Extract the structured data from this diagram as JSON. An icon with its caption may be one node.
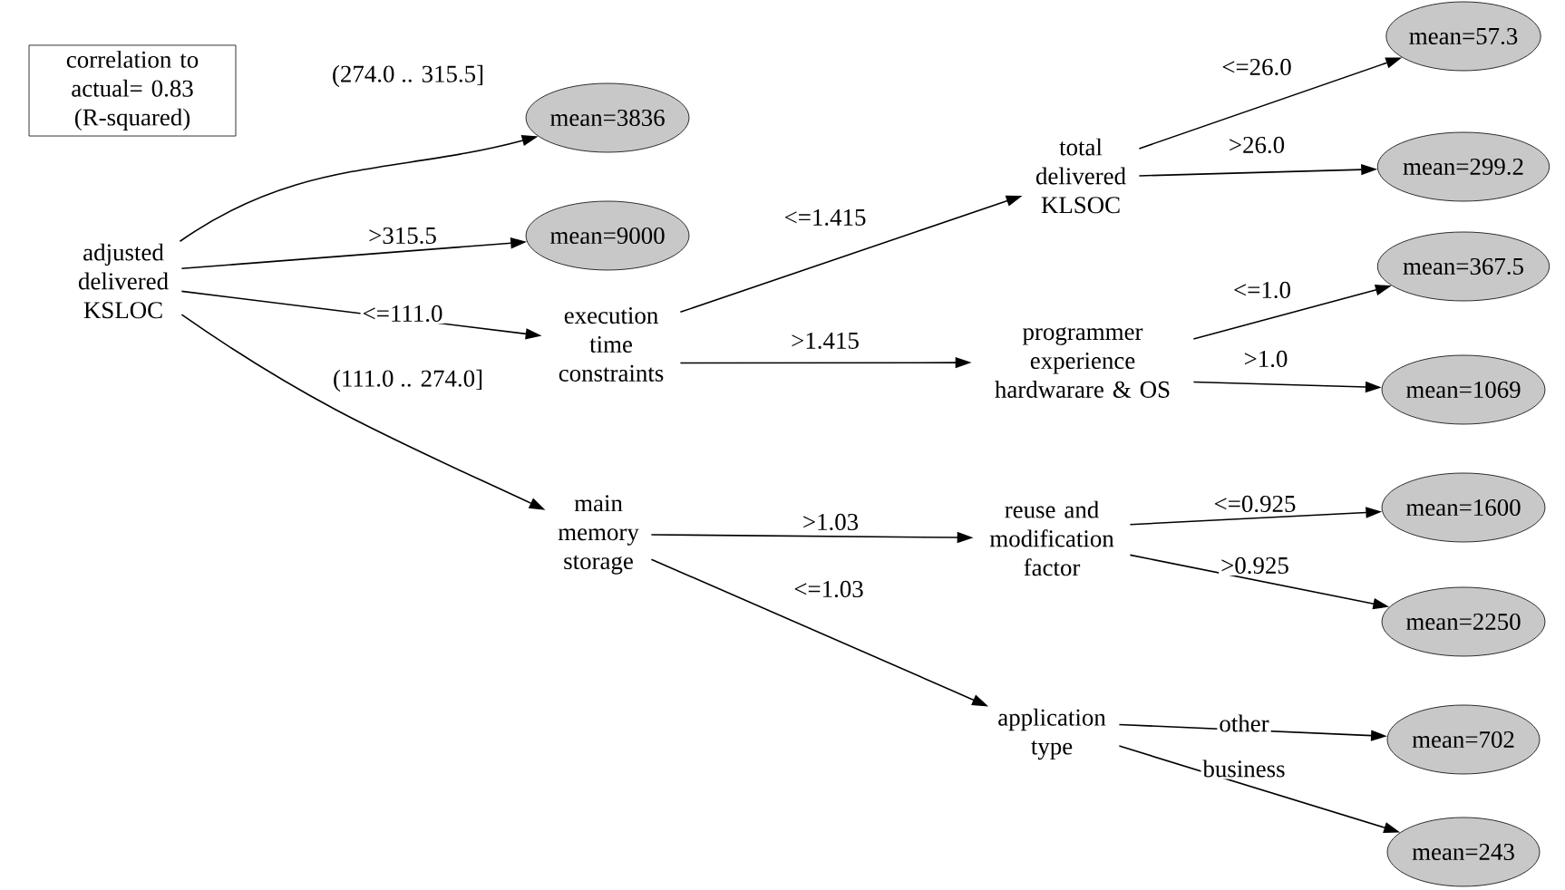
{
  "diagram": {
    "nodes": [
      {
        "text": [
          "correlation to actual= 0.83 (R-squared)"
        ]
      },
      {
        "text": [
          "adjusted delivered KSLOC"
        ]
      },
      {
        "text": [
          "mean=3836"
        ]
      },
      {
        "text": [
          "mean=9000"
        ]
      },
      {
        "text": [
          "execution time constraints"
        ]
      },
      {
        "text": [
          "main memory storage"
        ]
      },
      {
        "text": [
          "total delivered KLSOC"
        ]
      },
      {
        "text": [
          "programmer experience hardwarare & OS"
        ]
      },
      {
        "text": [
          "mean=57.3"
        ]
      },
      {
        "text": [
          "mean=299.2"
        ]
      },
      {
        "text": [
          "mean=367.5"
        ]
      },
      {
        "text": [
          "mean=1069"
        ]
      },
      {
        "text": [
          "reuse and modification factor"
        ]
      },
      {
        "text": [
          "application type"
        ]
      },
      {
        "text": [
          "mean=1600"
        ]
      },
      {
        "text": [
          "mean=2250"
        ]
      },
      {
        "text": [
          "mean=702"
        ]
      },
      {
        "text": [
          "mean=243"
        ]
      }
    ],
    "edges": [
      {
        "from": 1,
        "to": 2,
        "arrow": "to",
        "label": "(274.0 .. 315.5]"
      },
      {
        "from": 1,
        "to": 3,
        "arrow": "to",
        "label": ">315.5"
      },
      {
        "from": 1,
        "to": 4,
        "arrow": "to",
        "label": "<=111.0"
      },
      {
        "from": 1,
        "to": 5,
        "arrow": "to",
        "label": "(111.0 .. 274.0]"
      },
      {
        "from": 4,
        "to": 6,
        "arrow": "to",
        "label": "<=1.415"
      },
      {
        "from": 4,
        "to": 7,
        "arrow": "to",
        "label": ">1.415"
      },
      {
        "from": 6,
        "to": 8,
        "arrow": "to",
        "label": "<=26.0"
      },
      {
        "from": 6,
        "to": 9,
        "arrow": "to",
        "label": ">26.0"
      },
      {
        "from": 7,
        "to": 10,
        "arrow": "to",
        "label": "<=1.0"
      },
      {
        "from": 7,
        "to": 11,
        "arrow": "to",
        "label": ">1.0"
      },
      {
        "from": 5,
        "to": 12,
        "arrow": "to",
        "label": ">1.03"
      },
      {
        "from": 5,
        "to": 13,
        "arrow": "to",
        "label": "<=1.03"
      },
      {
        "from": 12,
        "to": 14,
        "arrow": "to",
        "label": "<=0.925"
      },
      {
        "from": 12,
        "to": 15,
        "arrow": "to",
        "label": ">0.925"
      },
      {
        "from": 13,
        "to": 16,
        "arrow": "to",
        "label": "other"
      },
      {
        "from": 13,
        "to": 17,
        "arrow": "to",
        "label": "business"
      }
    ]
  }
}
